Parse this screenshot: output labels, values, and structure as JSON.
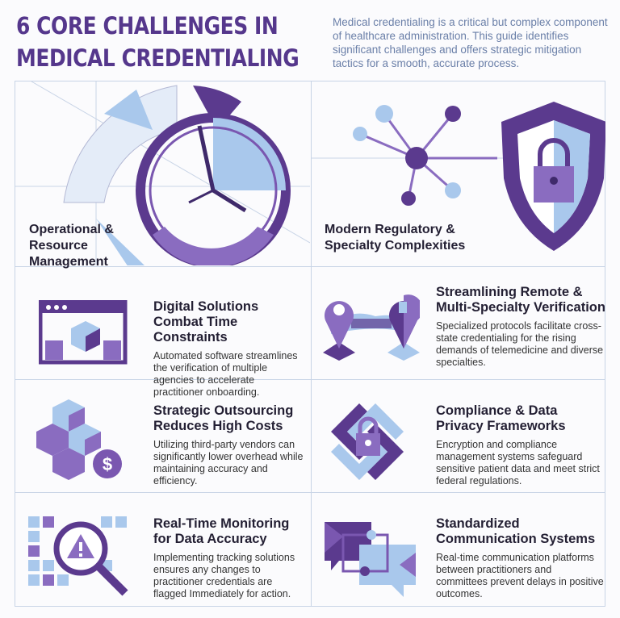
{
  "header": {
    "title_line1": "6 CORE CHALLENGES IN",
    "title_line2": "MEDICAL CREDENTIALING",
    "intro": "Medical credentialing is a critical but complex component of healthcare administration. This guide identifies significant challenges and offers strategic mitigation tactics for a smooth, accurate process."
  },
  "colors": {
    "purple": "#5b3a8e",
    "light_purple": "#8a6cc0",
    "light_blue": "#a9c8ec",
    "title": "#55378c"
  },
  "panels": [
    {
      "label": "Operational & Resource Management",
      "icon": "clock-icon"
    },
    {
      "label": "Modern Regulatory & Specialty Complexities",
      "icon": "shield-lock-network-icon"
    }
  ],
  "items": [
    {
      "title": "Digital Solutions Combat Time Constraints",
      "body": "Automated software streamlines the verification of multiple agencies to accelerate practitioner onboarding.",
      "icon": "browser-cubes-icon"
    },
    {
      "title": "Streamlining Remote & Multi-Specialty Verification",
      "body": "Specialized protocols facilitate cross-state credentialing for the rising demands of telemedicine and diverse specialties.",
      "icon": "map-pins-bridge-icon"
    },
    {
      "title": "Strategic Outsourcing Reduces High Costs",
      "body": "Utilizing third-party vendors can significantly lower overhead while maintaining accuracy and efficiency.",
      "icon": "cubes-dollar-icon"
    },
    {
      "title": "Compliance & Data Privacy Frameworks",
      "body": "Encryption and compliance management systems safeguard sensitive patient data and meet strict federal regulations.",
      "icon": "lock-frame-icon"
    },
    {
      "title": "Real-Time Monitoring for Data Accuracy",
      "body": "Implementing tracking solutions ensures any changes to practitioner credentials are flagged Immediately for action.",
      "icon": "magnifier-warning-icon"
    },
    {
      "title": "Standardized Communication Systems",
      "body": "Real-time communication platforms between practitioners and committees prevent delays in positive outcomes.",
      "icon": "chat-bubbles-icon"
    }
  ]
}
